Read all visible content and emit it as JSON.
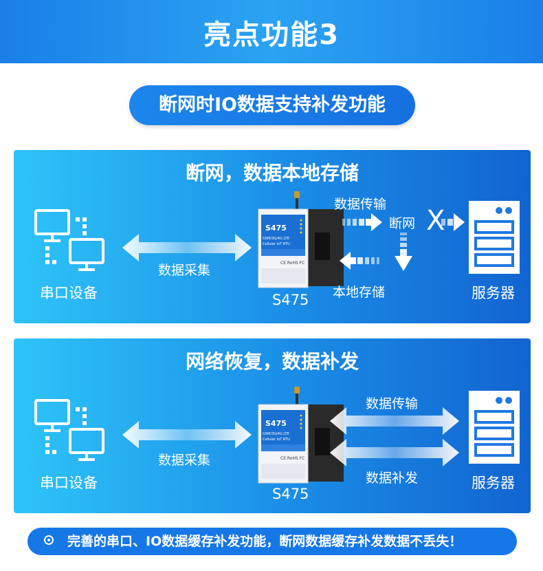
{
  "header": {
    "title": "亮点功能3"
  },
  "subtitle": "断网时IO数据支持补发功能",
  "panel1": {
    "title": "断网，数据本地存储",
    "serial_label": "串口设备",
    "collect_label": "数据采集",
    "device_label": "S475",
    "transfer_label": "数据传输",
    "offline_label": "断网",
    "offline_mark": "X",
    "store_label": "本地存储",
    "server_label": "服务器"
  },
  "panel2": {
    "title": "网络恢复，数据补发",
    "serial_label": "串口设备",
    "collect_label": "数据采集",
    "device_label": "S475",
    "transfer_label": "数据传输",
    "resend_label": "数据补发",
    "server_label": "服务器"
  },
  "device_face": {
    "model": "S475",
    "line1": "GSM/3G/4G LTE",
    "line2": "Cellular IoT RTU",
    "marks": "CE RoHS FC"
  },
  "footer": {
    "text": "完善的串口、IO数据缓存补发功能，断网数据缓存补发数据不丢失！"
  },
  "colors": {
    "accent": "#1a7fe8",
    "panel_light": "#2ec4f8",
    "panel_dark": "#1264d0"
  }
}
